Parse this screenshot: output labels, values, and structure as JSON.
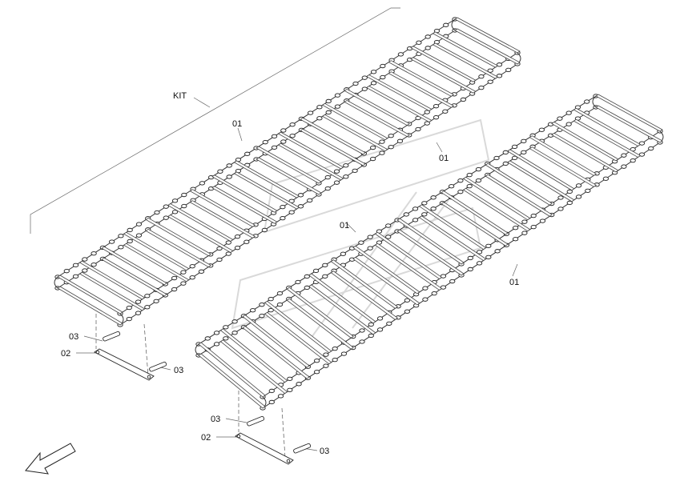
{
  "labels": {
    "kit": "KIT",
    "chain_a_upper": "01",
    "chain_a_lower": "01",
    "chain_b_upper": "01",
    "chain_b_lower": "01",
    "pin_a_top": "03",
    "bar_a": "02",
    "pin_a_right": "03",
    "pin_b_top": "03",
    "bar_b": "02",
    "pin_b_right": "03"
  },
  "colors": {
    "line": "#222222",
    "watermark": "#d9d9d9"
  },
  "icons": {
    "direction": "arrow-down-left-icon",
    "watermark": "brand-watermark-icon"
  }
}
